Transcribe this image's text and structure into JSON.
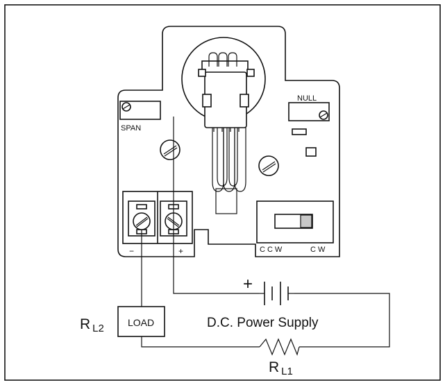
{
  "labels": {
    "span": "SPAN",
    "null": "NULL",
    "ccw": "CCW",
    "cw": "CW",
    "minus": "−",
    "plus": "+",
    "battery_plus": "+",
    "load": "LOAD",
    "power_supply": "D.C. Power Supply",
    "rl2_main": "R",
    "rl2_sub": "L2",
    "rl1_main": "R",
    "rl1_sub": "L1"
  },
  "colors": {
    "line": "#111111",
    "switch_knob": "#c8c8c8"
  }
}
